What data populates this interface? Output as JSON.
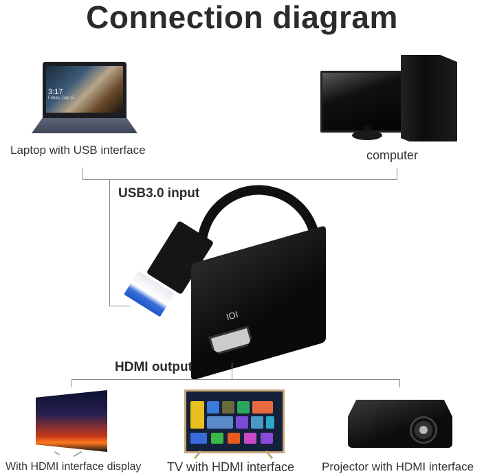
{
  "title": "Connection diagram",
  "sources": {
    "laptop": {
      "label": "Laptop with USB interface",
      "screen_time": "3:17",
      "screen_date": "Friday, July 15"
    },
    "computer": {
      "label": "computer"
    }
  },
  "adapter": {
    "input_label": "USB3.0 input",
    "output_label": "HDMI output",
    "port_icon_text": "IOI"
  },
  "outputs": [
    {
      "label": "With HDMI interface display"
    },
    {
      "label": "TV with HDMI interface"
    },
    {
      "label": "Projector with HDMI interface"
    }
  ],
  "colors": {
    "connector_line": "#8a8a8a",
    "usb3_blue": "#1f56c8",
    "text": "#2b2b2b"
  }
}
